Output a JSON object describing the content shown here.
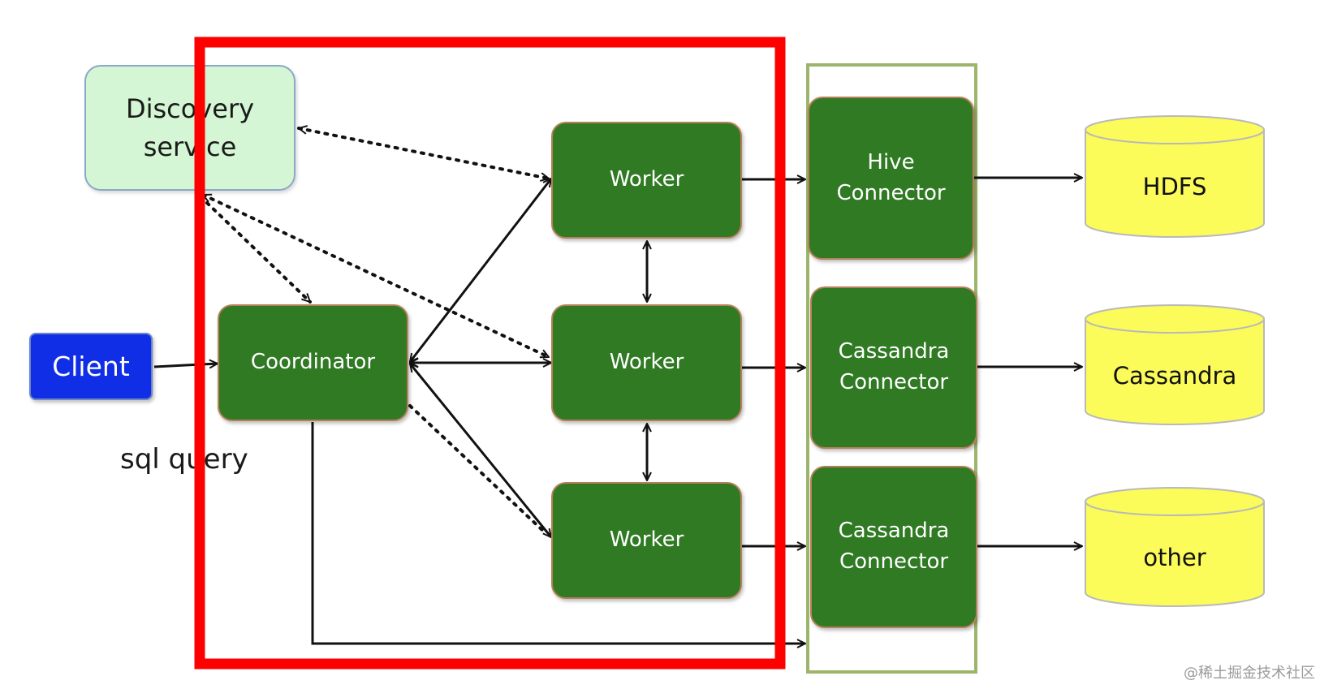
{
  "nodes": {
    "discovery": "Discovery\nservice",
    "client": "Client",
    "coordinator": "Coordinator",
    "worker_1": "Worker",
    "worker_2": "Worker",
    "worker_3": "Worker",
    "hive_connector": "Hive\nConnector",
    "cassandra_connector_1": "Cassandra\nConnector",
    "cassandra_connector_2": "Cassandra\nConnector"
  },
  "stores": {
    "hdfs": "HDFS",
    "cassandra": "Cassandra",
    "other": "other"
  },
  "labels": {
    "sql_query": "sql query"
  },
  "watermark": "@稀土掘金技术社区",
  "colors": {
    "node_green": "#2f7a23",
    "discovery_fill": "#d4f6d4",
    "client_blue": "#0f2ee6",
    "store_yellow": "#fbfb5a",
    "highlight_red": "#ff0000",
    "connector_frame": "#9db56b"
  }
}
